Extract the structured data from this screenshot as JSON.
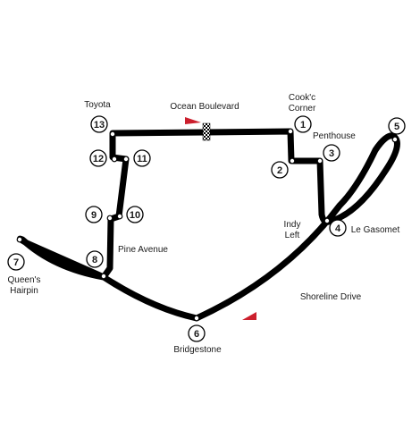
{
  "colors": {
    "track": "#000000",
    "background": "#ffffff",
    "marker": "#cc1f2d",
    "corner_fill": "#ffffff"
  },
  "corners": [
    {
      "number": "1",
      "name": "Cook'c Corner"
    },
    {
      "number": "2",
      "name": ""
    },
    {
      "number": "3",
      "name": "Penthouse"
    },
    {
      "number": "4",
      "name": "Indy Left"
    },
    {
      "number": "5",
      "name": ""
    },
    {
      "number": "6",
      "name": "Bridgestone"
    },
    {
      "number": "7",
      "name": "Queen's Hairpin"
    },
    {
      "number": "8",
      "name": ""
    },
    {
      "number": "9",
      "name": ""
    },
    {
      "number": "10",
      "name": ""
    },
    {
      "number": "11",
      "name": ""
    },
    {
      "number": "12",
      "name": ""
    },
    {
      "number": "13",
      "name": "Toyota"
    }
  ],
  "section_labels": {
    "ocean_boulevard": "Ocean Boulevard",
    "le_gasomet": "Le Gasomet",
    "shoreline_drive": "Shoreline Drive",
    "pine_avenue": "Pine Avenue"
  },
  "corner_labels": {
    "cooks_line1": "Cook'c",
    "cooks_line2": "Corner",
    "penthouse": "Penthouse",
    "indy_line1": "Indy",
    "indy_line2": "Left",
    "toyota": "Toyota",
    "queens_line1": "Queen's",
    "queens_line2": "Hairpin",
    "bridgestone": "Bridgestone"
  },
  "markers": [
    {
      "name": "start-finish-flag",
      "icon": "checkered-flag-icon"
    },
    {
      "name": "direction-arrow-top",
      "icon": "red-triangle-icon"
    },
    {
      "name": "direction-arrow-bottom",
      "icon": "red-triangle-icon"
    }
  ]
}
